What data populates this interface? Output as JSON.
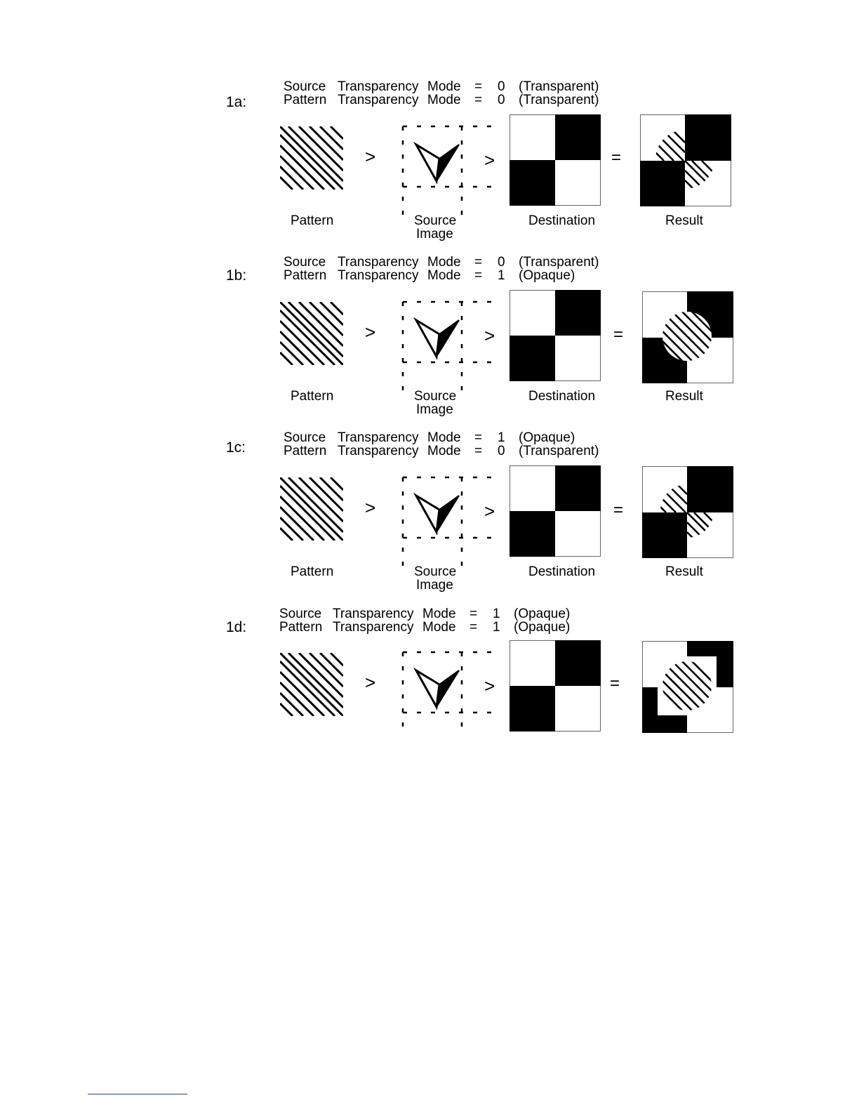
{
  "figures": [
    {
      "label": "1a:",
      "source_line": [
        "Source",
        "Transparency",
        "Mode",
        "=",
        "0",
        "(Transparent)"
      ],
      "pattern_line": [
        "Pattern",
        "Transparency",
        "Mode",
        "=",
        "0",
        "(Transparent)"
      ],
      "captions": {
        "pattern": "Pattern",
        "source_1": "Source",
        "source_2": "Image",
        "destination": "Destination",
        "result": "Result"
      },
      "operators": {
        "gt1": ">",
        "gt2": ">",
        "eq": "="
      },
      "source_transparency": "transparent",
      "pattern_transparency": "transparent"
    },
    {
      "label": "1b:",
      "source_line": [
        "Source",
        "Transparency",
        "Mode",
        "=",
        "0",
        "(Transparent)"
      ],
      "pattern_line": [
        "Pattern",
        "Transparency",
        "Mode",
        "=",
        "1",
        "(Opaque)"
      ],
      "captions": {
        "pattern": "Pattern",
        "source_1": "Source",
        "source_2": "Image",
        "destination": "Destination",
        "result": "Result"
      },
      "operators": {
        "gt1": ">",
        "gt2": ">",
        "eq": "="
      },
      "source_transparency": "transparent",
      "pattern_transparency": "opaque"
    },
    {
      "label": "1c:",
      "source_line": [
        "Source",
        "Transparency",
        "Mode",
        "=",
        "1",
        "(Opaque)"
      ],
      "pattern_line": [
        "Pattern",
        "Transparency",
        "Mode",
        "=",
        "0",
        "(Transparent)"
      ],
      "captions": {
        "pattern": "Pattern",
        "source_1": "Source",
        "source_2": "Image",
        "destination": "Destination",
        "result": "Result"
      },
      "operators": {
        "gt1": ">",
        "gt2": ">",
        "eq": "="
      },
      "source_transparency": "opaque",
      "pattern_transparency": "transparent"
    },
    {
      "label": "1d:",
      "source_line": [
        "Source",
        "Transparency",
        "Mode",
        "=",
        "1",
        "(Opaque)"
      ],
      "pattern_line": [
        "Pattern",
        "Transparency",
        "Mode",
        "=",
        "1",
        "(Opaque)"
      ],
      "captions": {},
      "operators": {
        "gt1": ">",
        "gt2": ">",
        "eq": "="
      },
      "source_transparency": "opaque",
      "pattern_transparency": "opaque"
    }
  ]
}
